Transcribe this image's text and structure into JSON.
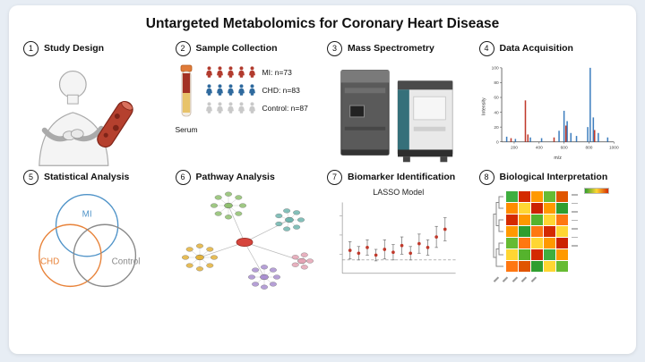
{
  "title": "Untargeted Metabolomics for Coronary Heart Disease",
  "steps": [
    {
      "num": "1",
      "label": "Study Design"
    },
    {
      "num": "2",
      "label": "Sample Collection"
    },
    {
      "num": "3",
      "label": "Mass Spectrometry"
    },
    {
      "num": "4",
      "label": "Data Acquisition"
    },
    {
      "num": "5",
      "label": "Statistical Analysis"
    },
    {
      "num": "6",
      "label": "Pathway Analysis"
    },
    {
      "num": "7",
      "label": "Biomarker Identification"
    },
    {
      "num": "8",
      "label": "Biological Interpretation"
    }
  ],
  "sample_collection": {
    "serum_label": "Serum",
    "groups": [
      {
        "label": "MI: n=73",
        "color": "#b23b2e",
        "count": 5
      },
      {
        "label": "CHD: n=83",
        "color": "#2f6a9e",
        "count": 5
      },
      {
        "label": "Control: n=87",
        "color": "#c9c9c9",
        "count": 5
      }
    ]
  },
  "chart_data": {
    "type": "bar",
    "title": "",
    "xlabel": "m/z",
    "ylabel": "Intensity",
    "xlim": [
      100,
      1000
    ],
    "ylim": [
      0,
      100
    ],
    "xticks": [
      200,
      400,
      600,
      800,
      1000
    ],
    "yticks": [
      0,
      20,
      40,
      60,
      80,
      100
    ],
    "series": [
      {
        "name": "blue-peaks",
        "color": "#3f7fbf",
        "points": [
          [
            140,
            7
          ],
          [
            210,
            4
          ],
          [
            330,
            6
          ],
          [
            420,
            5
          ],
          [
            560,
            15
          ],
          [
            600,
            42
          ],
          [
            625,
            28
          ],
          [
            655,
            12
          ],
          [
            700,
            8
          ],
          [
            790,
            20
          ],
          [
            810,
            100
          ],
          [
            835,
            33
          ],
          [
            875,
            12
          ],
          [
            950,
            6
          ]
        ]
      },
      {
        "name": "red-peaks",
        "color": "#c0392b",
        "points": [
          [
            175,
            5
          ],
          [
            290,
            56
          ],
          [
            310,
            10
          ],
          [
            520,
            6
          ],
          [
            615,
            22
          ],
          [
            845,
            16
          ]
        ]
      }
    ]
  },
  "venn": {
    "circles": [
      {
        "label": "MI",
        "color": "#4f93c8"
      },
      {
        "label": "CHD",
        "color": "#e8833a"
      },
      {
        "label": "Control",
        "color": "#8a8a8a"
      }
    ]
  },
  "network": {
    "hub_color": "#d6453d",
    "clusters": [
      {
        "color": "#8fbf6f",
        "n": 8
      },
      {
        "color": "#6fb5ae",
        "n": 7
      },
      {
        "color": "#e3b23a",
        "n": 8
      },
      {
        "color": "#a98fd0",
        "n": 8
      },
      {
        "color": "#e4a3b4",
        "n": 5
      }
    ]
  },
  "lasso": {
    "model_label": "LASSO Model",
    "baseline_y": 66,
    "points": [
      [
        24,
        56,
        9
      ],
      [
        33,
        59,
        7
      ],
      [
        42,
        53,
        8
      ],
      [
        51,
        61,
        6
      ],
      [
        60,
        55,
        10
      ],
      [
        69,
        58,
        8
      ],
      [
        78,
        51,
        9
      ],
      [
        87,
        59,
        7
      ],
      [
        96,
        49,
        10
      ],
      [
        105,
        53,
        8
      ],
      [
        114,
        42,
        11
      ],
      [
        123,
        34,
        12
      ]
    ]
  },
  "heatmap": {
    "cells": [
      [
        "#3fae3f",
        "#d42a00",
        "#ff9900",
        "#66bb33",
        "#e05500"
      ],
      [
        "#ff8c00",
        "#ffd633",
        "#cc2200",
        "#ff9900",
        "#2f9e2f"
      ],
      [
        "#d42a00",
        "#ff9900",
        "#55b32d",
        "#ffd633",
        "#ff7711"
      ],
      [
        "#ff9900",
        "#2f9e2f",
        "#ff7711",
        "#d42a00",
        "#ffd633"
      ],
      [
        "#66bb33",
        "#ff7711",
        "#ffd633",
        "#ff9900",
        "#cc2200"
      ],
      [
        "#ffd633",
        "#55b32d",
        "#d42a00",
        "#3fae3f",
        "#ff9900"
      ],
      [
        "#ff7711",
        "#e05500",
        "#2f9e2f",
        "#ffd633",
        "#66bb33"
      ]
    ]
  }
}
